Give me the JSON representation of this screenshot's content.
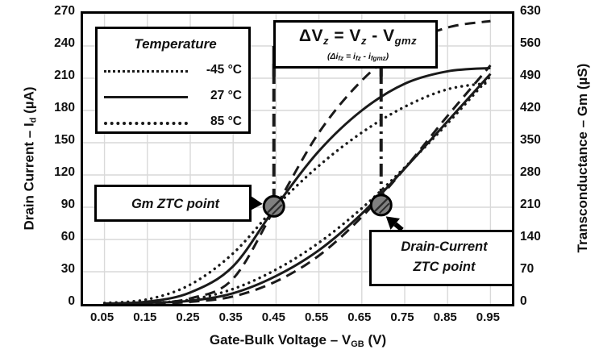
{
  "axes": {
    "y_left": {
      "title_main": "Drain Current – I",
      "title_sub": "d",
      "title_unit": " (µA)",
      "ticks": [
        0,
        30,
        60,
        90,
        120,
        150,
        180,
        210,
        240,
        270
      ],
      "min": 0,
      "max": 270
    },
    "y_right": {
      "title": "Transconductance – Gm (µS)",
      "ticks": [
        0,
        70,
        140,
        210,
        280,
        350,
        420,
        490,
        560,
        630
      ],
      "min": 0,
      "max": 630
    },
    "x": {
      "title_main": "Gate-Bulk Voltage – V",
      "title_sub": "GB",
      "title_unit": " (V)",
      "ticks": [
        "0.05",
        "0.15",
        "0.25",
        "0.35",
        "0.45",
        "0.55",
        "0.65",
        "0.75",
        "0.85",
        "0.95"
      ],
      "min": 0.0,
      "max": 1.0
    }
  },
  "legend": {
    "title": "Temperature",
    "entries": [
      {
        "label": "-45 °C",
        "style": "dotted-fine"
      },
      {
        "label": "27 °C",
        "style": "solid"
      },
      {
        "label": "85 °C",
        "style": "dotted-coarse"
      }
    ]
  },
  "annotations": {
    "delta_formula_main": "ΔV",
    "delta_formula_sub1": "z",
    "delta_formula_mid": " = V",
    "delta_formula_sub2": "z",
    "delta_formula_minus": " - V",
    "delta_formula_sub3": "gmz",
    "delta_formula_secondary": "(Δi",
    "delta_sub_a": "fz",
    "delta_eq": " = i",
    "delta_sub_b": "fz",
    "delta_minus": " - i",
    "delta_sub_c": "fgmz",
    "delta_close": ")",
    "gm_ztc_label": "Gm ZTC point",
    "drain_ztc_label_line1": "Drain-Current",
    "drain_ztc_label_line2": "ZTC point"
  },
  "colors": {
    "curve": "#1a1a1a",
    "grid": "#d9d9d9",
    "frame": "#000000",
    "marker_fill": "#808080",
    "background": "#ffffff"
  },
  "chart_data": {
    "type": "line",
    "title": "",
    "xlabel": "Gate-Bulk Voltage – V_GB (V)",
    "ylabel": "Drain Current – I_d (µA)",
    "ylabel_secondary": "Transconductance – Gm (µS)",
    "xlim": [
      0.0,
      1.0
    ],
    "ylim": [
      0,
      270
    ],
    "ylim_secondary": [
      0,
      630
    ],
    "grid": true,
    "legend_position": "upper-left",
    "x": [
      0.05,
      0.15,
      0.25,
      0.35,
      0.45,
      0.55,
      0.65,
      0.75,
      0.85,
      0.95
    ],
    "series": [
      {
        "name": "Transconductance Gm, -45 °C",
        "axis": "right",
        "style": "dotted-fine",
        "unit": "µS",
        "values": [
          2,
          10,
          42,
          110,
          212,
          300,
          372,
          428,
          466,
          480
        ]
      },
      {
        "name": "Transconductance Gm, 27 °C",
        "axis": "right",
        "style": "solid",
        "unit": "µS",
        "values": [
          1,
          5,
          25,
          82,
          212,
          332,
          420,
          478,
          505,
          512
        ]
      },
      {
        "name": "Transconductance Gm, 85 °C",
        "axis": "right",
        "style": "dashed",
        "unit": "µS",
        "values": [
          0,
          2,
          12,
          55,
          212,
          372,
          485,
          560,
          600,
          614
        ]
      },
      {
        "name": "Drain Current I_d, -45 °C",
        "axis": "left",
        "style": "dotted-fine",
        "unit": "µA",
        "values": [
          0,
          1,
          4,
          14,
          32,
          57,
          89,
          127,
          168,
          212
        ]
      },
      {
        "name": "Drain Current I_d, 27 °C",
        "axis": "left",
        "style": "solid",
        "unit": "µA",
        "values": [
          0,
          1,
          3,
          10,
          26,
          50,
          84,
          126,
          170,
          214
        ]
      },
      {
        "name": "Drain Current I_d, 85 °C",
        "axis": "left",
        "style": "dashed",
        "unit": "µA",
        "values": [
          0,
          0,
          2,
          7,
          21,
          45,
          81,
          126,
          175,
          222
        ]
      }
    ],
    "markers": [
      {
        "name": "Gm ZTC point",
        "x": 0.445,
        "y_right": 212,
        "label": "Gm ZTC point"
      },
      {
        "name": "Drain-Current ZTC point",
        "x": 0.695,
        "y_left": 92,
        "label": "Drain-Current ZTC point"
      }
    ],
    "measurement": {
      "name": "delta-Vz",
      "from_x": 0.445,
      "to_x": 0.695,
      "label": "ΔVz = Vz - Vgmz"
    }
  }
}
